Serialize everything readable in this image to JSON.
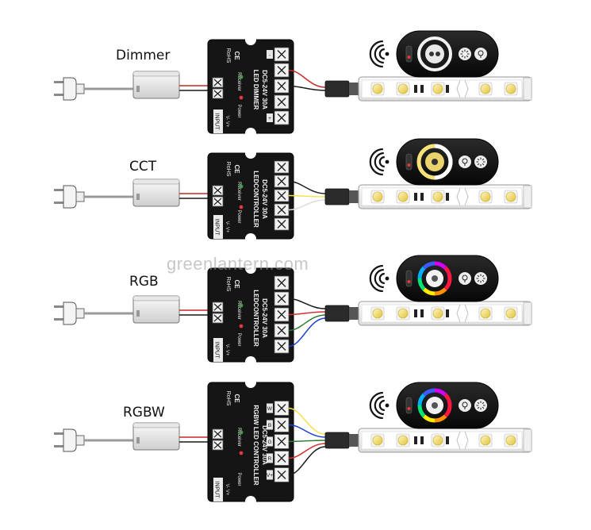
{
  "watermark": "greenlantern.com",
  "rows": [
    {
      "label": "Dimmer",
      "controller_title": "LED DIMMER",
      "spec": "DC5-24V 30A",
      "terminals": [
        "-",
        "",
        "",
        "",
        "+"
      ],
      "wires": [
        "#c62828",
        "#1a1a1a"
      ],
      "remote_type": "dimmer"
    },
    {
      "label": "CCT",
      "controller_title": "LEDCONTROLLER",
      "spec": "DC5-24V 30A",
      "terminals": [
        "",
        "",
        "",
        "",
        ""
      ],
      "wires": [
        "#1a1a1a",
        "#f5e04a",
        "#dddddd"
      ],
      "remote_type": "cct"
    },
    {
      "label": "RGB",
      "controller_title": "LEDCONTROLLER",
      "spec": "DC5-24V 30A",
      "terminals": [
        "",
        "",
        "",
        "",
        ""
      ],
      "wires": [
        "#1a1a1a",
        "#d32f2f",
        "#2e7d32",
        "#1e3fd6"
      ],
      "remote_type": "rgb"
    },
    {
      "label": "RGBW",
      "controller_title": "RGBW LED CONTROLLER",
      "spec": "DC5-24V 30A",
      "terminals": [
        "W",
        "B",
        "G",
        "R",
        "V+"
      ],
      "wires": [
        "#f5e04a",
        "#1e3fd6",
        "#2e7d32",
        "#d32f2f",
        "#1a1a1a"
      ],
      "remote_type": "rgbw"
    }
  ],
  "controller_labels": {
    "input": "INPUT",
    "v_minus": "V-",
    "v_plus": "V+",
    "power": "Power",
    "receiver": "Receiver",
    "rohs": "RoHS",
    "ce": "CE"
  },
  "remote_icons": {
    "dimmer": [
      "power-icon",
      "sun-icon",
      "lamp-icon"
    ],
    "cct": [
      "power-icon",
      "lamp-icon",
      "sun-icon"
    ],
    "rgb": [
      "light-icon",
      "sun-icon"
    ],
    "rgbw": [
      "power-icon",
      "light-icon",
      "sun-icon"
    ]
  }
}
